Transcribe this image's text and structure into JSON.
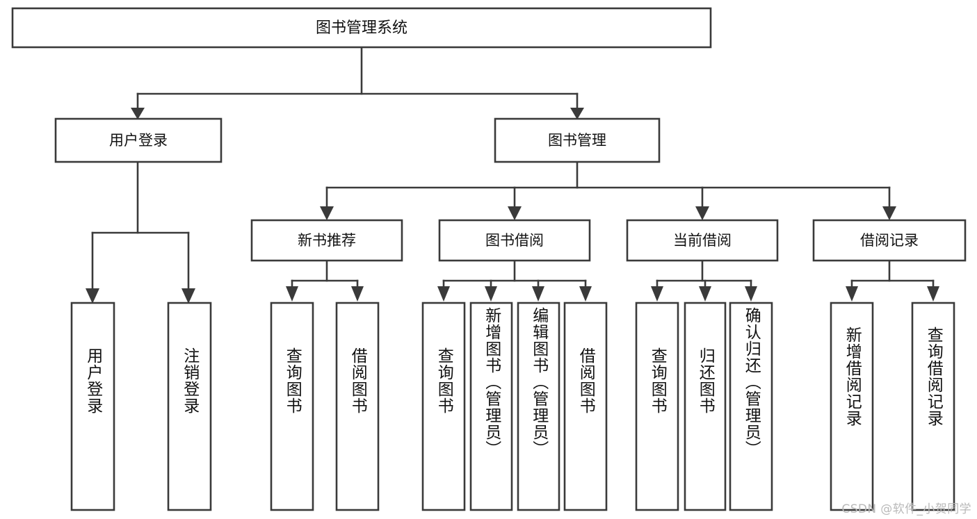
{
  "diagram": {
    "title": "图书管理系统",
    "type": "tree",
    "watermark": "CSDN @软件_小贺同学",
    "colors": {
      "background": "#ffffff",
      "stroke": "#3a3a3a",
      "text": "#111111",
      "watermark": "#b9b9b9"
    },
    "root": {
      "label": "图书管理系统"
    },
    "level1": [
      {
        "label": "用户登录"
      },
      {
        "label": "图书管理"
      }
    ],
    "level2": [
      {
        "label": "新书推荐"
      },
      {
        "label": "图书借阅"
      },
      {
        "label": "当前借阅"
      },
      {
        "label": "借阅记录"
      }
    ],
    "leaves": {
      "user_login": [
        {
          "label": "用户登录"
        },
        {
          "label": "注销登录"
        }
      ],
      "new_book_recommend": [
        {
          "label": "查询图书"
        },
        {
          "label": "借阅图书"
        }
      ],
      "book_borrow": [
        {
          "label": "查询图书"
        },
        {
          "label": "新增图书（管理员）"
        },
        {
          "label": "编辑图书（管理员）"
        },
        {
          "label": "借阅图书"
        }
      ],
      "current_borrow": [
        {
          "label": "查询图书"
        },
        {
          "label": "归还图书"
        },
        {
          "label": "确认归还（管理员）"
        }
      ],
      "borrow_record": [
        {
          "label": "新增借阅记录"
        },
        {
          "label": "查询借阅记录"
        }
      ]
    }
  }
}
